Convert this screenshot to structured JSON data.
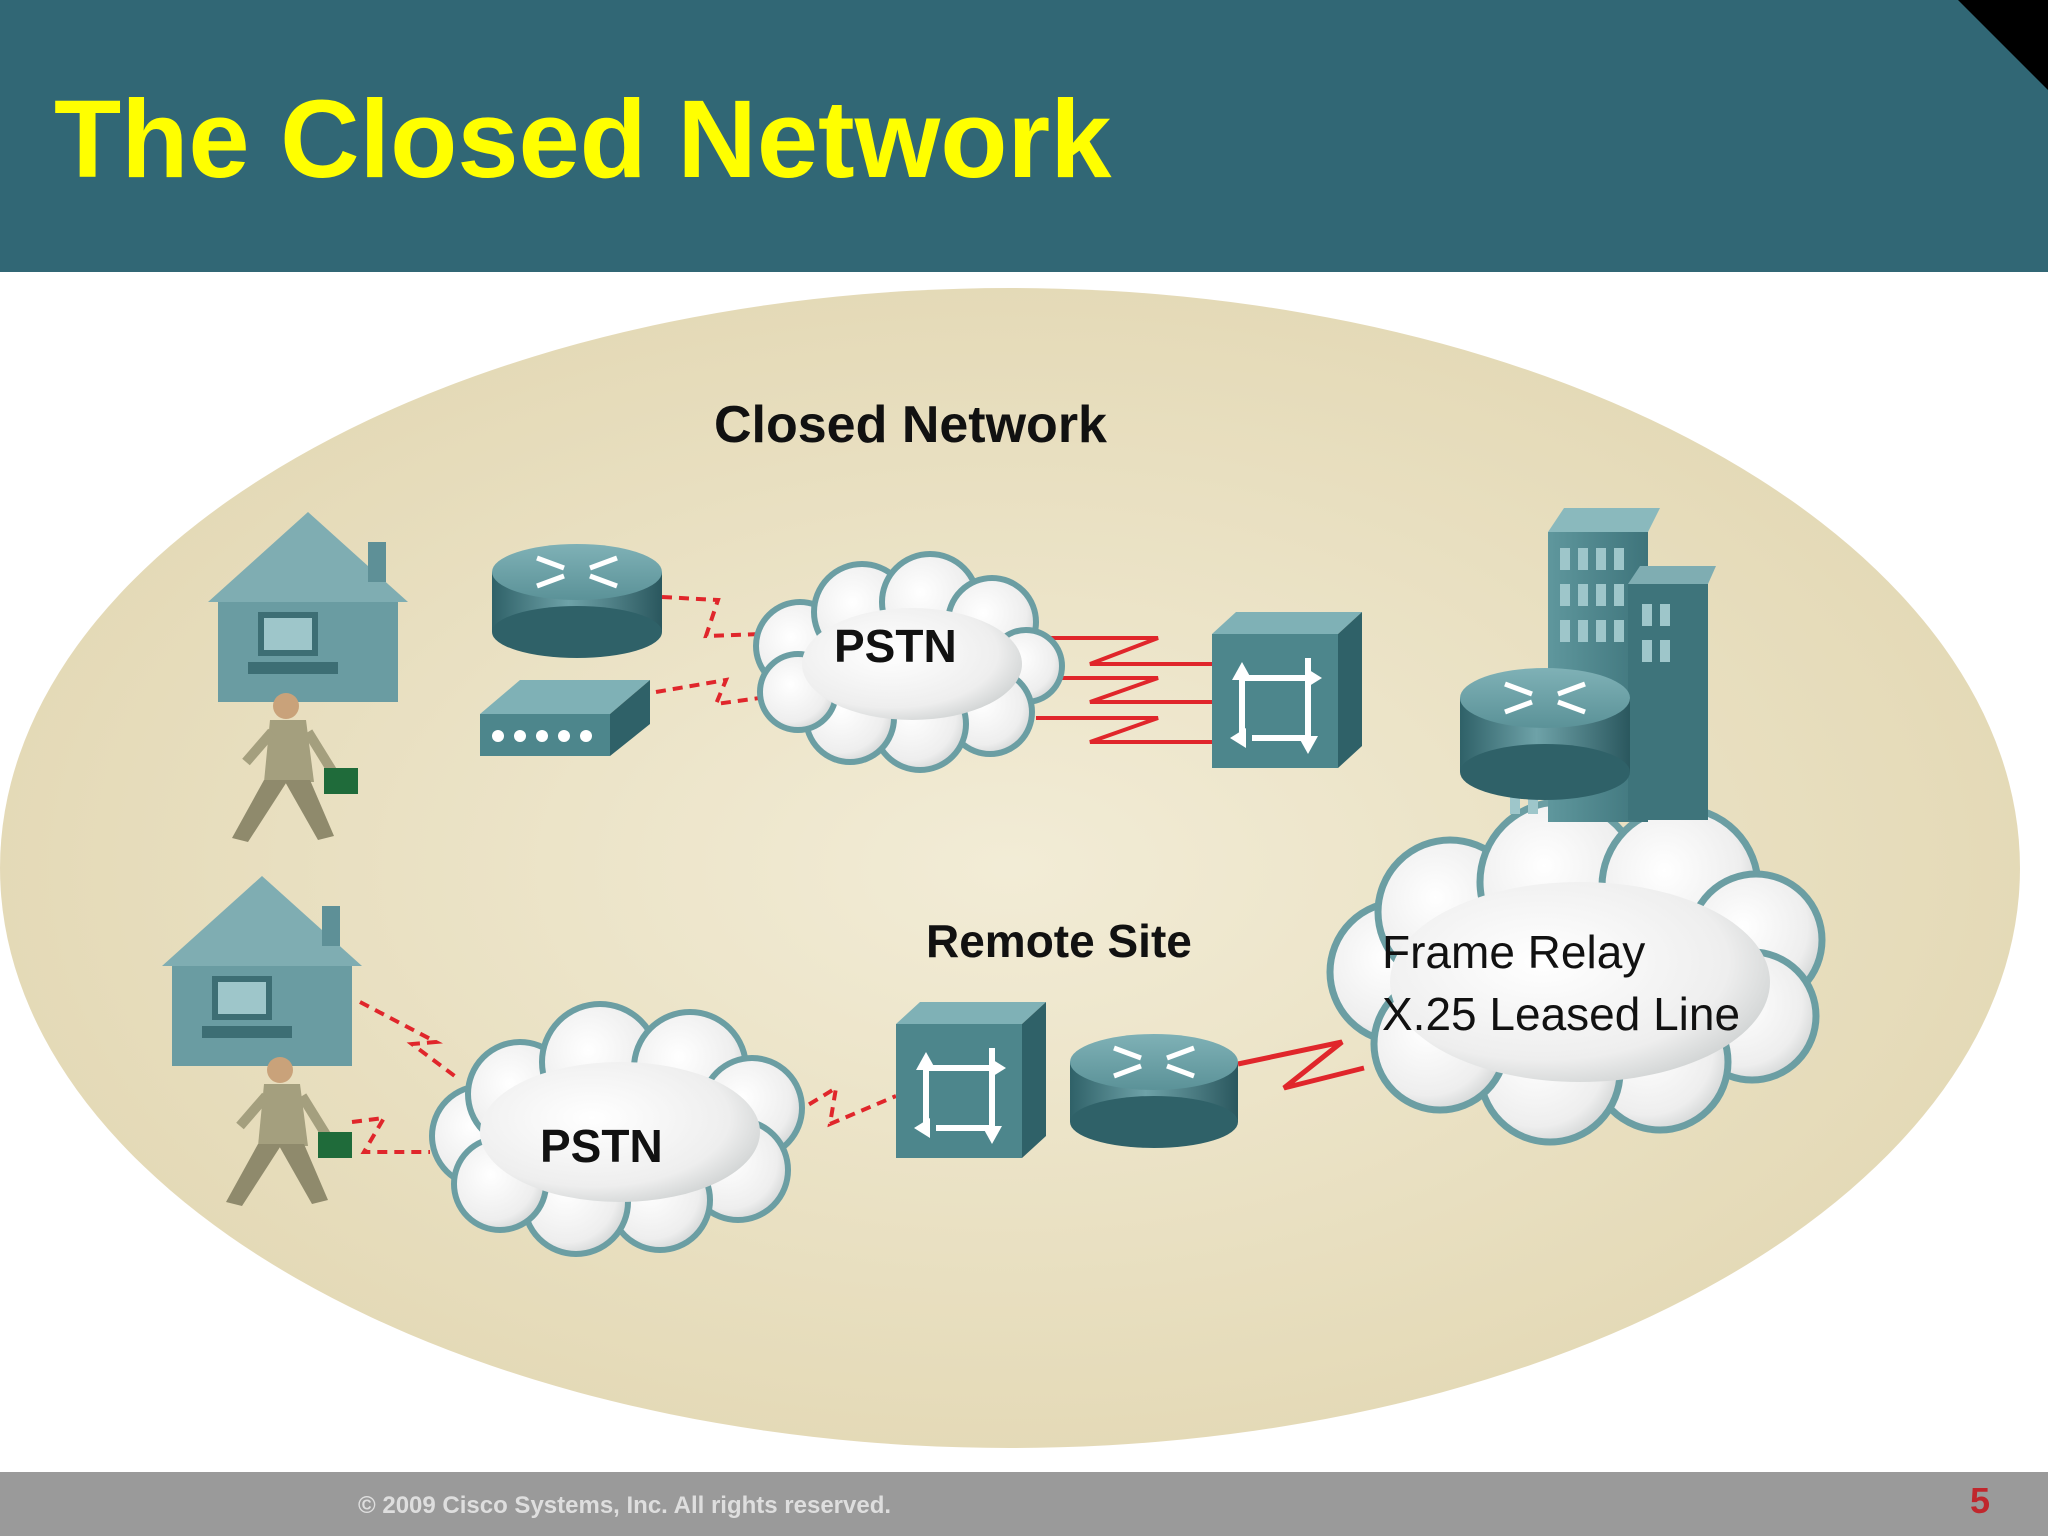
{
  "slide": {
    "title": "The Closed Network",
    "copyright": "© 2009 Cisco Systems, Inc. All rights reserved.",
    "page_number": "5"
  },
  "diagram": {
    "heading": "Closed Network",
    "remote_site_label": "Remote Site",
    "pstn_top": "PSTN",
    "pstn_bottom": "PSTN",
    "frame_relay_line1": "Frame Relay",
    "frame_relay_line2": "X.25 Leased Line"
  },
  "colors": {
    "header": "#316775",
    "title": "#ffff00",
    "ellipse": "#e8dfc0",
    "device": "#4e8a92",
    "link": "#e0262b",
    "footer": "#9a9a9a",
    "page_number": "#c0272d"
  }
}
